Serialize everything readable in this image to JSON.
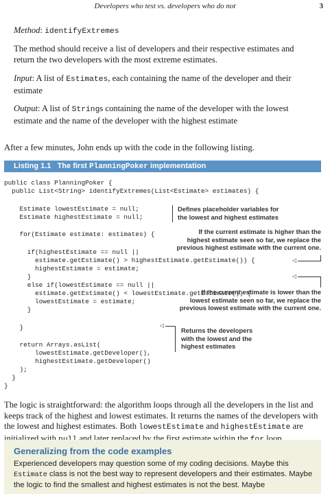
{
  "running_head": {
    "title": "Developers who test vs. developers who do not",
    "page_number": "3"
  },
  "requirement": {
    "method_label": "Method",
    "method_sep": ": ",
    "method_name": "identifyExtremes",
    "description": "The method should receive a list of developers and their respective estimates and return the two developers with the most extreme estimates.",
    "input_label": "Input",
    "input_a": ": A list of ",
    "input_code": "Estimates",
    "input_b": ", each containing the name of the developer and their estimate",
    "output_label": "Output",
    "output_a": ": A list of ",
    "output_code": "String",
    "output_b": "s containing the name of the developer with the lowest estimate and the name of the developer with the highest estimate"
  },
  "intro": "After a few minutes, John ends up with the code in the following listing.",
  "listing": {
    "label": "Listing 1.1",
    "title_a": "The first ",
    "title_code": "PlanningPoker",
    "title_b": " implementation",
    "lines": [
      "public class PlanningPoker {",
      "  public List<String> identifyExtremes(List<Estimate> estimates) {",
      "    Estimate lowestEstimate = null;",
      "    Estimate highestEstimate = null;",
      "    for(Estimate estimate: estimates) {",
      "      if(highestEstimate == null ||",
      "        estimate.getEstimate() > highestEstimate.getEstimate()) {",
      "        highestEstimate = estimate;",
      "      }",
      "      else if(lowestEstimate == null ||",
      "        estimate.getEstimate() < lowestEstimate.getEstimate()) {",
      "        lowestEstimate = estimate;",
      "      }",
      "    }",
      "    return Arrays.asList(",
      "        lowestEstimate.getDeveloper(),",
      "        highestEstimate.getDeveloper()",
      "    );",
      "  }",
      "}"
    ],
    "annotations": {
      "a1": [
        "Defines placeholder variables for",
        "the lowest and highest estimates"
      ],
      "a2": [
        "If the current estimate is higher than the",
        "highest estimate seen so far, we replace the",
        "previous highest estimate with the current one."
      ],
      "a3": [
        "If the current estimate is lower than the",
        "lowest estimate seen so far, we replace the",
        "previous lowest estimate with the current one."
      ],
      "a4": [
        "Returns the developers",
        "with the lowest and the",
        "highest estimates"
      ]
    }
  },
  "explanation": {
    "a": "The logic is straightforward: the algorithm loops through all the developers in the list and keeps track of the highest and lowest estimates. It returns the names of the developers with the lowest and highest estimates. Both ",
    "code1": "lowestEstimate",
    "b": " and ",
    "code2": "highestEstimate",
    "c": " are initialized with ",
    "code3": "null",
    "d": " and later replaced by the first estimate within the ",
    "code4": "for",
    "e": " loop."
  },
  "sidebar": {
    "heading": "Generalizing from the code examples",
    "text_a": "Experienced developers may question some of my coding decisions. Maybe this ",
    "text_code": "Estimate",
    "text_b": " class is not the best way to represent developers and their estimates. Maybe the logic to find the smallest and highest estimates is not the best. Maybe"
  }
}
